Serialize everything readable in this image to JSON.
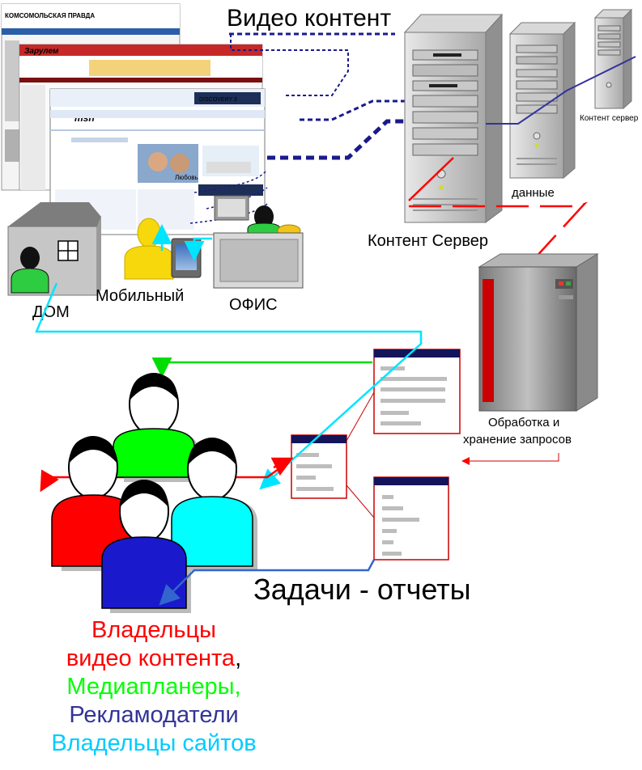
{
  "title": "Видео контент",
  "labels": {
    "content_server_big": "Контент Сервер",
    "data_server": "данные",
    "content_server_small": "Контент сервер",
    "home": "ДОМ",
    "mobile": "Мобильный",
    "office": "ОФИС",
    "processing_line1": "Обработка и",
    "processing_line2": "хранение запросов",
    "tasks_reports": "Задачи - отчеты"
  },
  "legend": [
    {
      "text": "Владельцы",
      "color": "#ff0000"
    },
    {
      "text": "видео контента",
      "color": "#ff0000",
      "suffix": ",",
      "suffix_color": "#000000"
    },
    {
      "text": "Медиапланеры,",
      "color": "#00ff00"
    },
    {
      "text": "Рекламодатели",
      "color": "#333399"
    },
    {
      "text": "Владельцы сайтов",
      "color": "#00ccff"
    }
  ],
  "web_pages": {
    "msn": {
      "brand": "msn",
      "banner": "DISCOVERY 3",
      "ad_word": "Любовь"
    },
    "zarulem": {
      "brand": "Зарулем"
    },
    "kp": {
      "brand": "КОМСОМОЛЬСКАЯ ПРАВДА"
    }
  },
  "colors": {
    "title": "#1a1a8c",
    "link_dark": "#1a1a8c",
    "red": "#ff0000",
    "cyan": "#00e5ff",
    "green": "#00dd00",
    "blue": "#3366cc"
  }
}
